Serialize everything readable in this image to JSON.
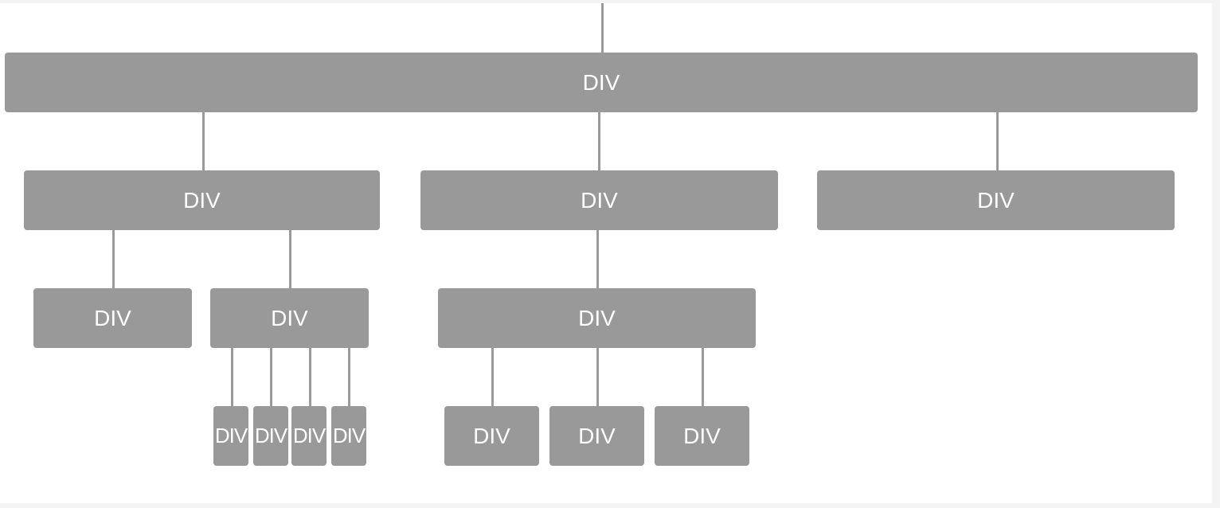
{
  "diagram": {
    "root": {
      "label": "DIV"
    },
    "level1": [
      {
        "label": "DIV"
      },
      {
        "label": "DIV"
      },
      {
        "label": "DIV"
      }
    ],
    "level2": [
      {
        "label": "DIV"
      },
      {
        "label": "DIV"
      },
      {
        "label": "DIV"
      }
    ],
    "level3_left": [
      {
        "label": "DIV"
      },
      {
        "label": "DIV"
      },
      {
        "label": "DIV"
      },
      {
        "label": "DIV"
      }
    ],
    "level3_mid": [
      {
        "label": "DIV"
      },
      {
        "label": "DIV"
      },
      {
        "label": "DIV"
      }
    ]
  }
}
